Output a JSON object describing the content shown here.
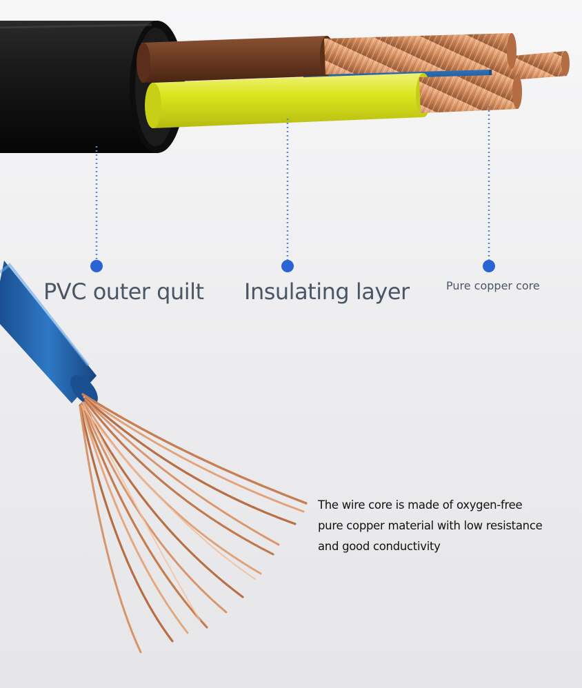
{
  "labels": {
    "pvc": "PVC outer quilt",
    "insulating": "Insulating layer",
    "copper_core": "Pure copper core"
  },
  "description": "The wire core is made of oxygen-free pure copper material with low resistance and good conductivity",
  "colors": {
    "outer_sheath": "#111111",
    "brown_wire": "#6b3a22",
    "blue_wire": "#1f5fa8",
    "yellow_green_wire": "#d6e21a",
    "copper": "#d08a5a",
    "marker_dot": "#2a64d4",
    "leader_line": "#5a86d8",
    "label_text": "#4a5566"
  }
}
